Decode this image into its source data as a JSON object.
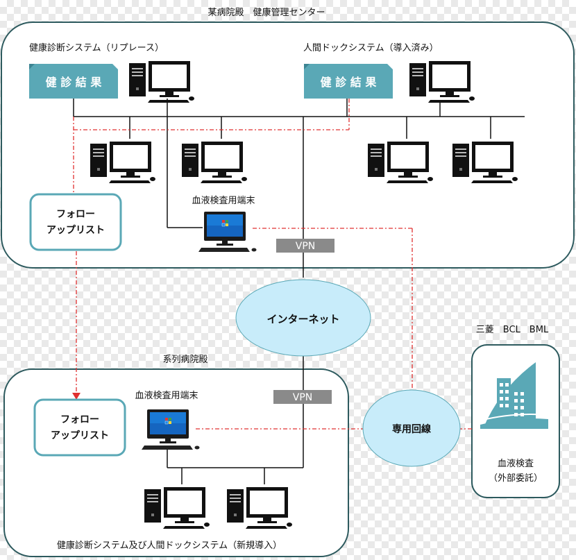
{
  "hospital_a": {
    "title": "某病院殿　健康管理センター",
    "system_left": "健康診断システム（リプレース）",
    "system_right": "人間ドックシステム（導入済み）",
    "result_label_left": "健 診 結 果",
    "result_label_right": "健 診 結 果",
    "blood_terminal": "血液検査用端末",
    "follow_line1": "フォロー",
    "follow_line2": "アップリスト",
    "vpn": "VPN"
  },
  "internet": {
    "label": "インターネット"
  },
  "hospital_b": {
    "title": "系列病院殿",
    "blood_terminal": "血液検査用端末",
    "follow_line1": "フォロー",
    "follow_line2": "アップリスト",
    "vpn": "VPN",
    "bottom_label": "健康診断システム及び人間ドックシステム（新規導入）"
  },
  "dedicated_line": {
    "label": "専用回線"
  },
  "external_lab": {
    "companies": "三菱　BCL　BML",
    "line1": "血液検査",
    "line2": "（外部委託）"
  },
  "colors": {
    "frame": "#2d5a5e",
    "accent": "#5aa8b6",
    "cloud": "#c8ecfa",
    "red_dash": "#e03030",
    "computer": "#111111"
  }
}
